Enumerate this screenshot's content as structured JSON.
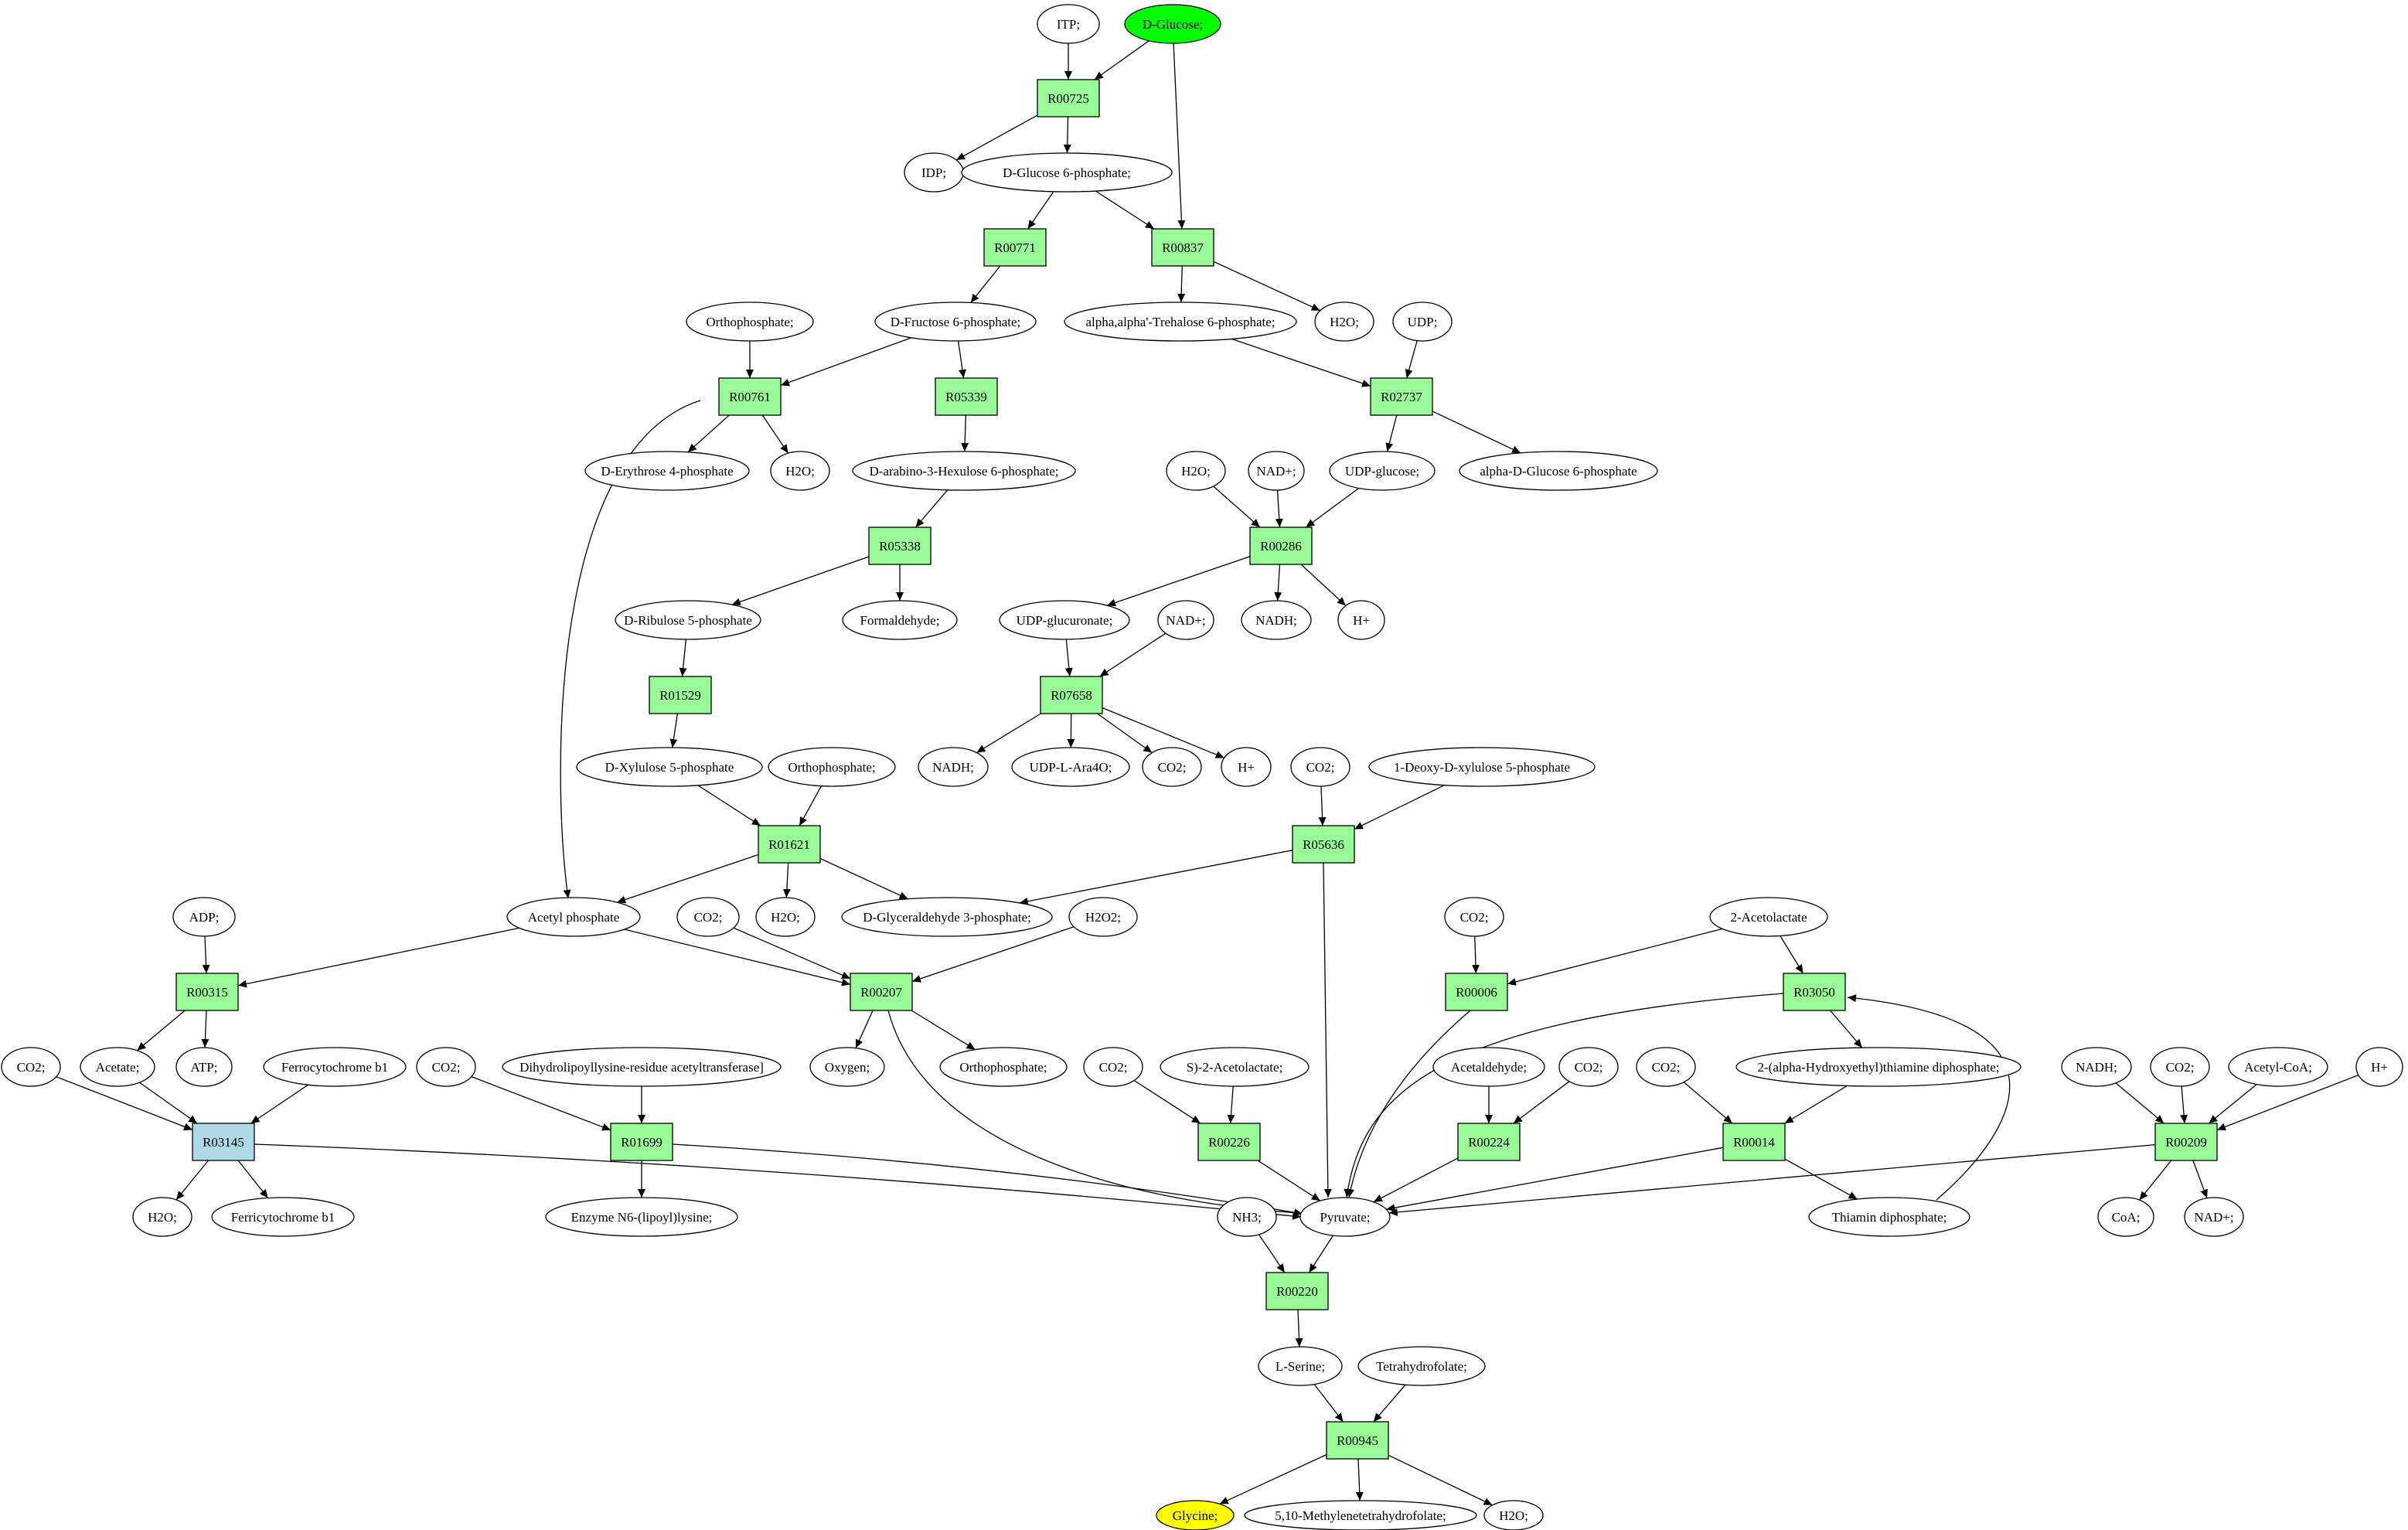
{
  "colors": {
    "reaction": "#98fb98",
    "reaction_alt": "#add8e6",
    "metabolite": "#ffffff",
    "start": "#00ff00",
    "end": "#ffff00",
    "edge": "#000000"
  },
  "metabolites": [
    {
      "id": "m_itp",
      "label": "ITP;"
    },
    {
      "id": "m_dglucose",
      "label": "D-Glucose;",
      "role": "start"
    },
    {
      "id": "m_idp",
      "label": "IDP;"
    },
    {
      "id": "m_g6p",
      "label": "D-Glucose 6-phosphate;"
    },
    {
      "id": "m_f6p",
      "label": "D-Fructose 6-phosphate;"
    },
    {
      "id": "m_orthophos1",
      "label": "Orthophosphate;"
    },
    {
      "id": "m_trehalose6p",
      "label": "alpha,alpha'-Trehalose 6-phosphate;"
    },
    {
      "id": "m_h2o_r837",
      "label": "H2O;"
    },
    {
      "id": "m_udp",
      "label": "UDP;"
    },
    {
      "id": "m_e4p",
      "label": "D-Erythrose 4-phosphate"
    },
    {
      "id": "m_h2o_r761",
      "label": "H2O;"
    },
    {
      "id": "m_arabinohex",
      "label": "D-arabino-3-Hexulose 6-phosphate;"
    },
    {
      "id": "m_h2o_r286",
      "label": "H2O;"
    },
    {
      "id": "m_nadp_r286",
      "label": "NAD+;"
    },
    {
      "id": "m_udpglucose",
      "label": "UDP-glucose;"
    },
    {
      "id": "m_alphadg6p",
      "label": "alpha-D-Glucose 6-phosphate"
    },
    {
      "id": "m_ribulose5p",
      "label": "D-Ribulose 5-phosphate"
    },
    {
      "id": "m_formaldehyde",
      "label": "Formaldehyde;"
    },
    {
      "id": "m_udpglucuronate",
      "label": "UDP-glucuronate;"
    },
    {
      "id": "m_nadp_r7658",
      "label": "NAD+;"
    },
    {
      "id": "m_nadh_r286",
      "label": "NADH;"
    },
    {
      "id": "m_hplus_r286",
      "label": "H+"
    },
    {
      "id": "m_xylulose5p",
      "label": "D-Xylulose 5-phosphate"
    },
    {
      "id": "m_orthophos2",
      "label": "Orthophosphate;"
    },
    {
      "id": "m_nadh_r7658",
      "label": "NADH;"
    },
    {
      "id": "m_udpara4o",
      "label": "UDP-L-Ara4O;"
    },
    {
      "id": "m_co2_r7658",
      "label": "CO2;"
    },
    {
      "id": "m_hplus_r7658",
      "label": "H+"
    },
    {
      "id": "m_co2_r5636",
      "label": "CO2;"
    },
    {
      "id": "m_deoxyxylulose",
      "label": "1-Deoxy-D-xylulose 5-phosphate"
    },
    {
      "id": "m_adp",
      "label": "ADP;"
    },
    {
      "id": "m_acetylphos",
      "label": "Acetyl phosphate"
    },
    {
      "id": "m_co2_r207",
      "label": "CO2;"
    },
    {
      "id": "m_h2o_r1621",
      "label": "H2O;"
    },
    {
      "id": "m_g3p",
      "label": "D-Glyceraldehyde 3-phosphate;"
    },
    {
      "id": "m_h2o2",
      "label": "H2O2;"
    },
    {
      "id": "m_co2_r6",
      "label": "CO2;"
    },
    {
      "id": "m_acetolactate",
      "label": "2-Acetolactate"
    },
    {
      "id": "m_co2_r3145",
      "label": "CO2;"
    },
    {
      "id": "m_acetate",
      "label": "Acetate;"
    },
    {
      "id": "m_atp",
      "label": "ATP;"
    },
    {
      "id": "m_ferrocyt",
      "label": "Ferrocytochrome b1"
    },
    {
      "id": "m_co2_r1699",
      "label": "CO2;"
    },
    {
      "id": "m_dihydrolipoyl",
      "label": "Dihydrolipoyllysine-residue acetyltransferase]"
    },
    {
      "id": "m_oxygen",
      "label": "Oxygen;"
    },
    {
      "id": "m_orthophos3",
      "label": "Orthophosphate;"
    },
    {
      "id": "m_co2_r226",
      "label": "CO2;"
    },
    {
      "id": "m_s2acetolactate",
      "label": "S)-2-Acetolactate;"
    },
    {
      "id": "m_acetaldehyde",
      "label": "Acetaldehyde;"
    },
    {
      "id": "m_co2_r224",
      "label": "CO2;"
    },
    {
      "id": "m_co2_r14",
      "label": "CO2;"
    },
    {
      "id": "m_hydroxyethyltpp",
      "label": "2-(alpha-Hydroxyethyl)thiamine diphosphate;"
    },
    {
      "id": "m_nadh_r209",
      "label": "NADH;"
    },
    {
      "id": "m_co2_r209",
      "label": "CO2;"
    },
    {
      "id": "m_acetylcoa",
      "label": "Acetyl-CoA;"
    },
    {
      "id": "m_hplus_r209",
      "label": "H+"
    },
    {
      "id": "m_h2o_r3145",
      "label": "H2O;"
    },
    {
      "id": "m_ferricyt",
      "label": "Ferricytochrome b1"
    },
    {
      "id": "m_lipoyllysine",
      "label": "Enzyme N6-(lipoyl)lysine;"
    },
    {
      "id": "m_nh3",
      "label": "NH3;"
    },
    {
      "id": "m_pyruvate",
      "label": "Pyruvate;"
    },
    {
      "id": "m_tpp",
      "label": "Thiamin diphosphate;"
    },
    {
      "id": "m_coa",
      "label": "CoA;"
    },
    {
      "id": "m_nadp_r209",
      "label": "NAD+;"
    },
    {
      "id": "m_serine",
      "label": "L-Serine;"
    },
    {
      "id": "m_thf",
      "label": "Tetrahydrofolate;"
    },
    {
      "id": "m_glycine",
      "label": "Glycine;",
      "role": "end"
    },
    {
      "id": "m_methylenethf",
      "label": "5,10-Methylenetetrahydrofolate;"
    },
    {
      "id": "m_h2o_r945",
      "label": "H2O;"
    }
  ],
  "reactions": [
    {
      "id": "r_R00725",
      "label": "R00725"
    },
    {
      "id": "r_R00771",
      "label": "R00771"
    },
    {
      "id": "r_R00837",
      "label": "R00837"
    },
    {
      "id": "r_R00761",
      "label": "R00761"
    },
    {
      "id": "r_R05339",
      "label": "R05339"
    },
    {
      "id": "r_R02737",
      "label": "R02737"
    },
    {
      "id": "r_R00286",
      "label": "R00286"
    },
    {
      "id": "r_R05338",
      "label": "R05338"
    },
    {
      "id": "r_R07658",
      "label": "R07658"
    },
    {
      "id": "r_R01529",
      "label": "R01529"
    },
    {
      "id": "r_R01621",
      "label": "R01621"
    },
    {
      "id": "r_R05636",
      "label": "R05636"
    },
    {
      "id": "r_R00315",
      "label": "R00315"
    },
    {
      "id": "r_R00207",
      "label": "R00207"
    },
    {
      "id": "r_R00006",
      "label": "R00006"
    },
    {
      "id": "r_R03050",
      "label": "R03050"
    },
    {
      "id": "r_R03145",
      "label": "R03145",
      "role": "alt"
    },
    {
      "id": "r_R01699",
      "label": "R01699"
    },
    {
      "id": "r_R00226",
      "label": "R00226"
    },
    {
      "id": "r_R00224",
      "label": "R00224"
    },
    {
      "id": "r_R00014",
      "label": "R00014"
    },
    {
      "id": "r_R00209",
      "label": "R00209"
    },
    {
      "id": "r_R00220",
      "label": "R00220"
    },
    {
      "id": "r_R00945",
      "label": "R00945"
    }
  ],
  "edges": [
    [
      "m_itp",
      "r_R00725"
    ],
    [
      "m_dglucose",
      "r_R00725"
    ],
    [
      "r_R00725",
      "m_idp"
    ],
    [
      "r_R00725",
      "m_g6p"
    ],
    [
      "m_g6p",
      "r_R00771"
    ],
    [
      "m_g6p",
      "r_R00837"
    ],
    [
      "m_dglucose",
      "r_R00837"
    ],
    [
      "r_R00771",
      "m_f6p"
    ],
    [
      "r_R00837",
      "m_trehalose6p"
    ],
    [
      "r_R00837",
      "m_h2o_r837"
    ],
    [
      "m_orthophos1",
      "r_R00761"
    ],
    [
      "m_f6p",
      "r_R00761"
    ],
    [
      "m_f6p",
      "r_R05339"
    ],
    [
      "m_trehalose6p",
      "r_R02737"
    ],
    [
      "m_udp",
      "r_R02737"
    ],
    [
      "r_R00761",
      "m_e4p"
    ],
    [
      "r_R00761",
      "m_h2o_r761"
    ],
    [
      "r_R00761",
      "m_acetylphos"
    ],
    [
      "r_R05339",
      "m_arabinohex"
    ],
    [
      "r_R02737",
      "m_udpglucose"
    ],
    [
      "r_R02737",
      "m_alphadg6p"
    ],
    [
      "m_arabinohex",
      "r_R05338"
    ],
    [
      "m_h2o_r286",
      "r_R00286"
    ],
    [
      "m_nadp_r286",
      "r_R00286"
    ],
    [
      "m_udpglucose",
      "r_R00286"
    ],
    [
      "r_R05338",
      "m_ribulose5p"
    ],
    [
      "r_R05338",
      "m_formaldehyde"
    ],
    [
      "r_R00286",
      "m_udpglucuronate"
    ],
    [
      "r_R00286",
      "m_nadh_r286"
    ],
    [
      "r_R00286",
      "m_hplus_r286"
    ],
    [
      "m_ribulose5p",
      "r_R01529"
    ],
    [
      "m_udpglucuronate",
      "r_R07658"
    ],
    [
      "m_nadp_r7658",
      "r_R07658"
    ],
    [
      "r_R01529",
      "m_xylulose5p"
    ],
    [
      "r_R07658",
      "m_nadh_r7658"
    ],
    [
      "r_R07658",
      "m_udpara4o"
    ],
    [
      "r_R07658",
      "m_co2_r7658"
    ],
    [
      "r_R07658",
      "m_hplus_r7658"
    ],
    [
      "m_xylulose5p",
      "r_R01621"
    ],
    [
      "m_orthophos2",
      "r_R01621"
    ],
    [
      "m_co2_r5636",
      "r_R05636"
    ],
    [
      "m_deoxyxylulose",
      "r_R05636"
    ],
    [
      "r_R01621",
      "m_acetylphos"
    ],
    [
      "r_R01621",
      "m_h2o_r1621"
    ],
    [
      "r_R01621",
      "m_g3p"
    ],
    [
      "r_R05636",
      "m_g3p"
    ],
    [
      "r_R05636",
      "m_pyruvate"
    ],
    [
      "m_adp",
      "r_R00315"
    ],
    [
      "m_acetylphos",
      "r_R00315"
    ],
    [
      "m_acetylphos",
      "r_R00207"
    ],
    [
      "m_co2_r207",
      "r_R00207"
    ],
    [
      "m_h2o2",
      "r_R00207"
    ],
    [
      "m_co2_r6",
      "r_R00006"
    ],
    [
      "m_acetolactate",
      "r_R00006"
    ],
    [
      "m_acetolactate",
      "r_R03050"
    ],
    [
      "r_R00315",
      "m_acetate"
    ],
    [
      "r_R00315",
      "m_atp"
    ],
    [
      "r_R00207",
      "m_oxygen"
    ],
    [
      "r_R00207",
      "m_orthophos3"
    ],
    [
      "r_R00207",
      "m_pyruvate"
    ],
    [
      "r_R00006",
      "m_pyruvate"
    ],
    [
      "r_R03050",
      "m_hydroxyethyltpp"
    ],
    [
      "r_R03050",
      "m_pyruvate"
    ],
    [
      "m_co2_r3145",
      "r_R03145"
    ],
    [
      "m_acetate",
      "r_R03145"
    ],
    [
      "m_ferrocyt",
      "r_R03145"
    ],
    [
      "m_co2_r1699",
      "r_R01699"
    ],
    [
      "m_dihydrolipoyl",
      "r_R01699"
    ],
    [
      "m_co2_r226",
      "r_R00226"
    ],
    [
      "m_s2acetolactate",
      "r_R00226"
    ],
    [
      "m_acetaldehyde",
      "r_R00224"
    ],
    [
      "m_co2_r224",
      "r_R00224"
    ],
    [
      "m_co2_r14",
      "r_R00014"
    ],
    [
      "m_hydroxyethyltpp",
      "r_R00014"
    ],
    [
      "m_nadh_r209",
      "r_R00209"
    ],
    [
      "m_co2_r209",
      "r_R00209"
    ],
    [
      "m_acetylcoa",
      "r_R00209"
    ],
    [
      "m_hplus_r209",
      "r_R00209"
    ],
    [
      "r_R03145",
      "m_h2o_r3145"
    ],
    [
      "r_R03145",
      "m_ferricyt"
    ],
    [
      "r_R03145",
      "m_pyruvate"
    ],
    [
      "r_R01699",
      "m_lipoyllysine"
    ],
    [
      "r_R01699",
      "m_pyruvate"
    ],
    [
      "r_R00226",
      "m_pyruvate"
    ],
    [
      "r_R00224",
      "m_pyruvate"
    ],
    [
      "r_R00014",
      "m_pyruvate"
    ],
    [
      "r_R00014",
      "m_tpp"
    ],
    [
      "m_tpp",
      "r_R03050"
    ],
    [
      "r_R00209",
      "m_pyruvate"
    ],
    [
      "r_R00209",
      "m_coa"
    ],
    [
      "r_R00209",
      "m_nadp_r209"
    ],
    [
      "m_nh3",
      "r_R00220"
    ],
    [
      "m_pyruvate",
      "r_R00220"
    ],
    [
      "r_R00220",
      "m_serine"
    ],
    [
      "m_serine",
      "r_R00945"
    ],
    [
      "m_thf",
      "r_R00945"
    ],
    [
      "r_R00945",
      "m_glycine"
    ],
    [
      "r_R00945",
      "m_methylenethf"
    ],
    [
      "r_R00945",
      "m_h2o_r945"
    ]
  ]
}
